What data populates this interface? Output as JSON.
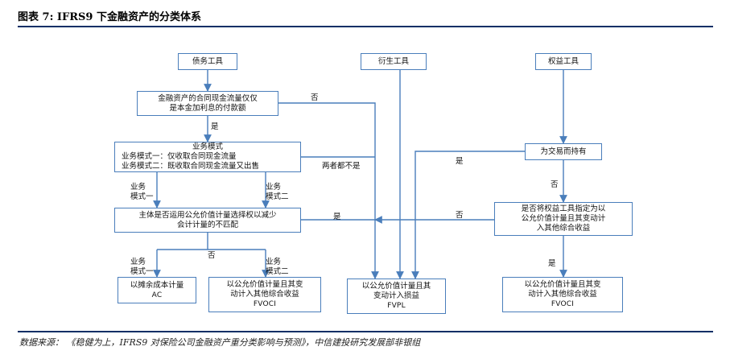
{
  "figure": {
    "title": "图表 7: IFRS9 下金融资产的分类体系",
    "source": "数据来源：   《稳健为上，IFRS9 对保险公司金融资产重分类影响与预测》，中信建投研究发展部非银组"
  },
  "nodes": {
    "debt": "债务工具",
    "derivative": "衍生工具",
    "equity": "权益工具",
    "sppi": [
      "金融资产的合同现金流量仅仅",
      "是本金加利息的付款额"
    ],
    "model": [
      "业务模式",
      "业务模式一：仅收取合同现金流量",
      "业务模式二：既收取合同现金流量又出售"
    ],
    "fvo": [
      "主体是否运用公允价值计量选择权以减少",
      "会计计量的不匹配"
    ],
    "ac": [
      "以摊余成本计量",
      "AC"
    ],
    "fvoci_debt": [
      "以公允价值计量且其变",
      "动计入其他综合收益",
      "FVOCI"
    ],
    "fvpl": [
      "以公允价值计量且其",
      "变动计入损益",
      "FVPL"
    ],
    "trading": "为交易而持有",
    "designate": [
      "是否将权益工具指定为以",
      "公允价值计量且其变动计",
      "入其他综合收益"
    ],
    "fvoci_equity": [
      "以公允价值计量且其变",
      "动计入其他综合收益",
      "FVOCI"
    ]
  },
  "edge_labels": {
    "sppi_no": "否",
    "sppi_yes": "是",
    "neither": "两者都不是",
    "model1": [
      "业务",
      "模式一"
    ],
    "model2": [
      "业务",
      "模式二"
    ],
    "fvo_yes": "是",
    "fvo_no": "否",
    "model1_b": [
      "业务",
      "模式一"
    ],
    "model2_b": [
      "业务",
      "模式二"
    ],
    "trading_yes": "是",
    "trading_no": "否",
    "designate_no": "否",
    "designate_yes": "是"
  },
  "colors": {
    "box_border": "#4a7ebb",
    "arrow": "#4a7ebb",
    "rule": "#0b2f66"
  }
}
